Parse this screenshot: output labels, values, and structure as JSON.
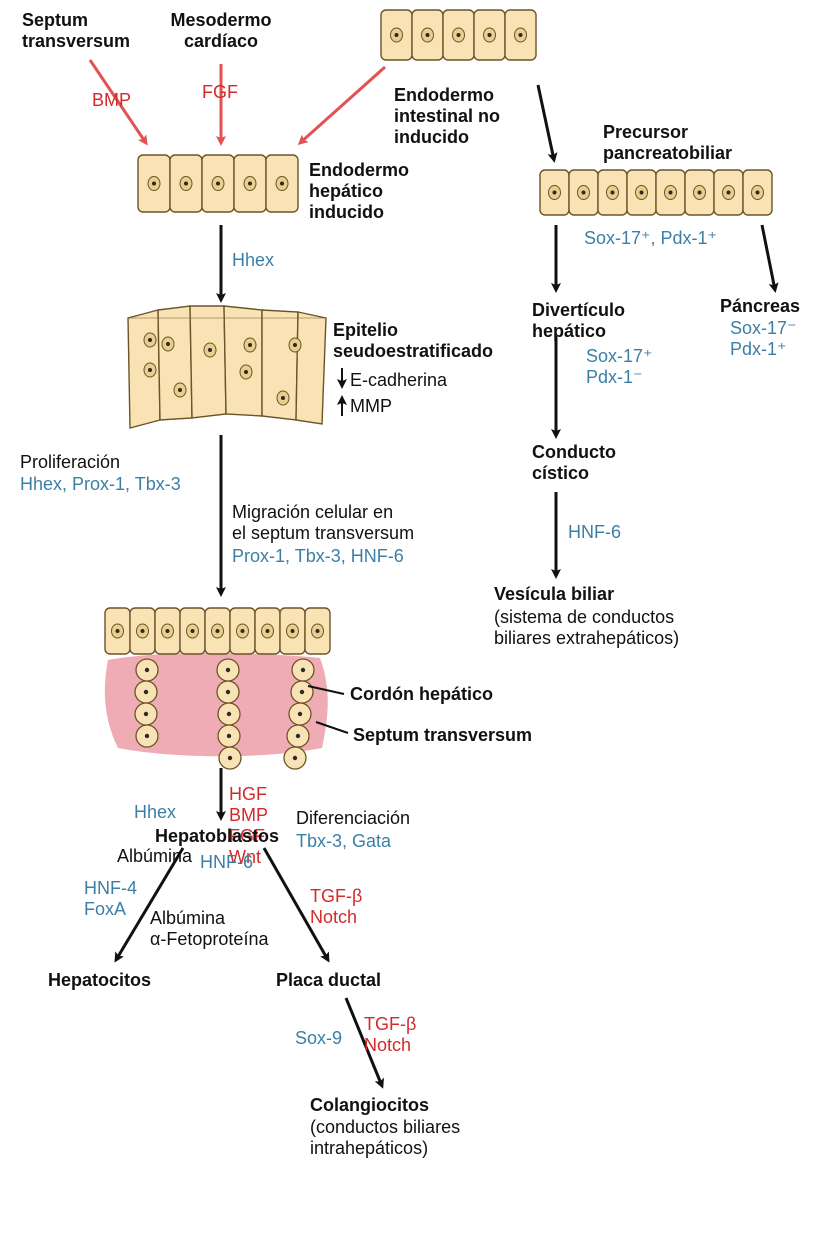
{
  "colors": {
    "cell_fill": "#f9e3b4",
    "cell_stroke": "#6b5428",
    "nucleus_fill": "#e8cf8e",
    "nucleus_dot": "#2a2a2a",
    "septum_tissue": "#eda3ad",
    "inducer_arrow": "#e25252",
    "main_arrow": "#111111",
    "text_blue": "#3b7fa6",
    "text_red": "#d42a2a"
  },
  "labels": {
    "septum_transversum_src": [
      "Septum",
      "transversum"
    ],
    "mesodermo_cardiaco": [
      "Mesodermo",
      "cardíaco"
    ],
    "bmp_inducer": "BMP",
    "fgf_inducer": "FGF",
    "endodermo_intestinal": [
      "Endodermo",
      "intestinal no",
      "inducido"
    ],
    "endodermo_hepatico": [
      "Endodermo",
      "hepático",
      "inducido"
    ],
    "hhex_1": "Hhex",
    "epitelio": [
      "Epitelio",
      "seudoestratificado"
    ],
    "e_cadherina": "E-cadherina",
    "mmp": "MMP",
    "proliferacion": "Proliferación",
    "proliferacion_factors": "Hhex, Prox-1, Tbx-3",
    "migracion": [
      "Migración celular en",
      "el septum transversum"
    ],
    "migracion_factors": "Prox-1, Tbx-3, HNF-6",
    "cordon_hepatico": "Cordón hepático",
    "septum_transversum_tissue": "Septum transversum",
    "hhex_2": "Hhex",
    "albumina_1": "Albúmina",
    "inducers_red": [
      "HGF",
      "BMP",
      "FGF",
      "Wnt"
    ],
    "diferenciacion": "Diferenciación",
    "diferenciacion_factors": "Tbx-3, Gata",
    "hepatoblastos": "Hepatoblastos",
    "hnf6_hepatoblastos": "HNF-6",
    "hnf4_foxa": [
      "HNF-4",
      "FoxA"
    ],
    "albumina_fetoproteina": [
      "Albúmina",
      "α-Fetoproteína"
    ],
    "tgf_notch_1": [
      "TGF-β",
      "Notch"
    ],
    "hepatocitos": "Hepatocitos",
    "placa_ductal": "Placa ductal",
    "sox9": "Sox-9",
    "tgf_notch_2": [
      "TGF-β",
      "Notch"
    ],
    "colangiocitos": "Colangiocitos",
    "colangiocitos_sub": [
      "(conductos biliares",
      "intrahepáticos)"
    ],
    "precursor": [
      "Precursor",
      "pancreatobiliar"
    ],
    "precursor_factors": "Sox-17⁺, Pdx-1⁺",
    "diverticulo": [
      "Divertículo",
      "hepático"
    ],
    "diverticulo_factors": [
      "Sox-17⁺",
      "Pdx-1⁻"
    ],
    "pancreas": "Páncreas",
    "pancreas_factors": [
      "Sox-17⁻",
      "Pdx-1⁺"
    ],
    "conducto": [
      "Conducto",
      "cístico"
    ],
    "hnf6_conducto": "HNF-6",
    "vesicula": "Vesícula biliar",
    "vesicula_sub": [
      "(sistema de conductos",
      "biliares extrahepáticos)"
    ]
  }
}
